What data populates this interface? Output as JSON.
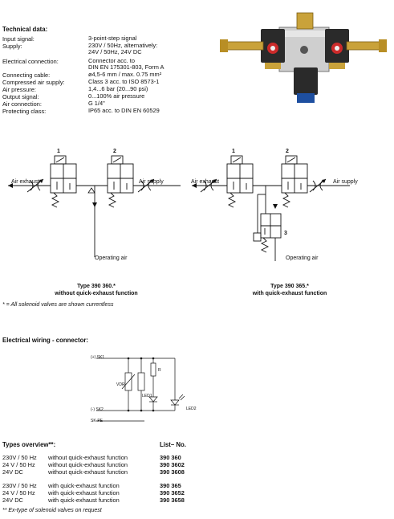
{
  "technical": {
    "heading": "Technical data:",
    "rows": [
      {
        "label": "Input signal:",
        "value": "3-point-step signal"
      },
      {
        "label": "Supply:",
        "value": "230V / 50Hz, alternatively:\n24V / 50Hz, 24V DC"
      },
      {
        "label": "Electrical connection:",
        "value": "Connector acc. to\nDIN EN 175301-803, Form A"
      },
      {
        "label": "Connecting cable:",
        "value": "ø4,5-6 mm / max. 0.75 mm²"
      },
      {
        "label": "Compressed air supply:",
        "value": "Class 3 acc. to ISO 8573-1"
      },
      {
        "label": "Air pressure:",
        "value": "1,4...6 bar (20...90 psi)"
      },
      {
        "label": "Output signal:",
        "value": "0...100% air pressure"
      },
      {
        "label": "Air connection:",
        "value": "G 1/4\""
      },
      {
        "label": "Protecting class:",
        "value": "IP65 acc. to DIN EN 60529"
      }
    ]
  },
  "diagram_left": {
    "label_air_exhaust": "Air exhaust",
    "label_air_supply": "Air supply",
    "label_operating_air": "Operating air",
    "valve1": "1",
    "valve2": "2",
    "caption_line1": "Type 390 360.*",
    "caption_line2": "without quick-exhaust function"
  },
  "diagram_right": {
    "label_air_exhaust": "Air exhaust",
    "label_air_supply": "Air supply",
    "label_operating_air": "Operating air",
    "valve1": "1",
    "valve2": "2",
    "valve3": "3",
    "caption_line1": "Type 390 365.*",
    "caption_line2": "with quick-exhaust function"
  },
  "note_currentless": "* = All solenoid valves are shown currentless",
  "wiring": {
    "heading": "Electrical wiring - connector:",
    "sk1": "(+) SK1",
    "sk2": "(-) SK2",
    "skpe": "SK-PE",
    "vdr": "VDR",
    "r": "R",
    "led1": "LED1",
    "led2": "LED2"
  },
  "types": {
    "heading": "Types overview**:",
    "list_heading": "List– No.",
    "group1": [
      {
        "supply": "230V / 50 Hz",
        "function": "without quick-exhaust function",
        "list_no": "390 360"
      },
      {
        "supply": "24 V / 50 Hz",
        "function": "without quick-exhaust function",
        "list_no": "390 3602"
      },
      {
        "supply": "24V DC",
        "function": "without quick-exhaust function",
        "list_no": "390 3608"
      }
    ],
    "group2": [
      {
        "supply": "230V / 50 Hz",
        "function": "with quick-exhaust function",
        "list_no": "390 365"
      },
      {
        "supply": "24 V / 50 Hz",
        "function": "with quick-exhaust function",
        "list_no": "390 3652"
      },
      {
        "supply": "24V DC",
        "function": "with quick-exhaust function",
        "list_no": "390 3658"
      }
    ],
    "footnote": "** Ex-type of solenoid valves on request"
  }
}
